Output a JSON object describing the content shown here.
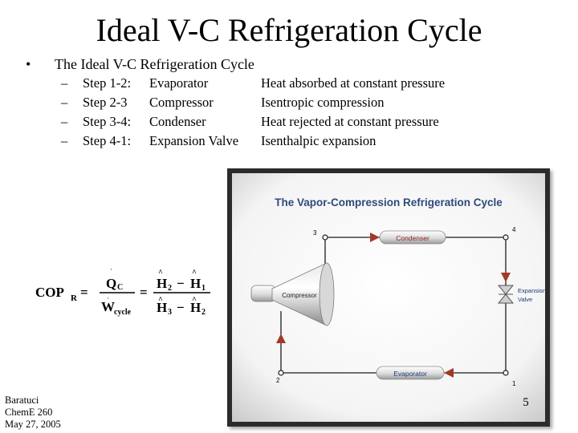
{
  "slide": {
    "title": "Ideal V-C Refrigeration Cycle",
    "bullet_symbol": "•",
    "bullet_text": "The Ideal V-C Refrigeration Cycle",
    "steps": [
      {
        "dash": "–",
        "step": "Step 1-2:",
        "component": "Evaporator",
        "description": "Heat absorbed at constant pressure"
      },
      {
        "dash": "–",
        "step": "Step 2-3",
        "component": "Compressor",
        "description": "Isentropic compression"
      },
      {
        "dash": "–",
        "step": "Step 3-4:",
        "component": "Condenser",
        "description": "Heat rejected at constant pressure"
      },
      {
        "dash": "–",
        "step": "Step 4-1:",
        "component": "Expansion Valve",
        "description": "Isenthalpic expansion"
      }
    ],
    "equation": {
      "lhs": "COP",
      "lhs_sub": "R",
      "num_1": "Q",
      "num_1_sub": "C",
      "den_1": "W",
      "den_1_sub": "cycle",
      "num_2a": "H",
      "num_2a_sub": "2",
      "num_2b": "H",
      "num_2b_sub": "1",
      "den_2a": "H",
      "den_2a_sub": "3",
      "den_2b": "H",
      "den_2b_sub": "2",
      "equals": "=",
      "minus": "−"
    },
    "footer": {
      "author": "Baratuci",
      "course": "ChemE 260",
      "date": "May 27, 2005"
    },
    "page_number": "5"
  },
  "diagram": {
    "title": "The Vapor-Compression Refrigeration Cycle",
    "condenser_label": "Condenser",
    "compressor_label": "Compressor",
    "evaporator_label": "Evaporator",
    "expansion_label_line1": "Expansion",
    "expansion_label_line2": "Valve",
    "point_1": "1",
    "point_2": "2",
    "point_3": "3",
    "point_4": "4",
    "colors": {
      "frame": "#2b2b2b",
      "title": "#2f4a7a",
      "pipe": "#1c1c1c",
      "arrow": "#a23a2a",
      "label_red": "#8b1e1e",
      "label_blue": "#1d3b73"
    }
  }
}
